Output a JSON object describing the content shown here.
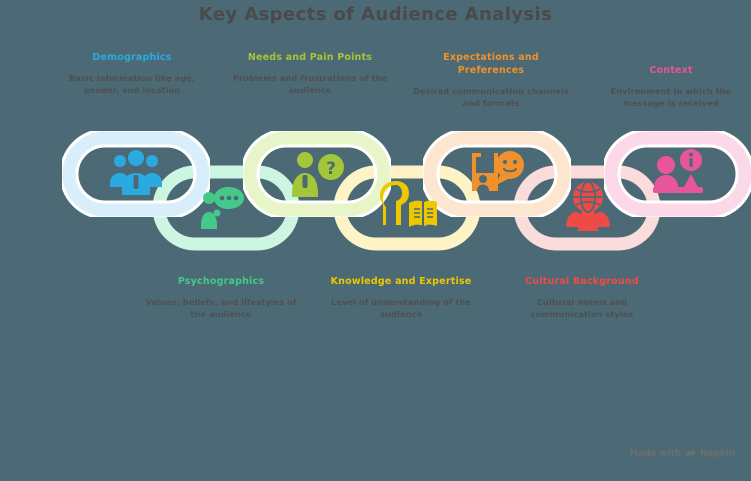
{
  "page": {
    "title": "Key Aspects of Audience Analysis",
    "background_color": "#4c6a75",
    "title_color": "#4a4a4a",
    "description_color": "#4f4f4f"
  },
  "footer": {
    "text_before": "Made with",
    "brand": "Napkin",
    "logo_icon": "napkin-logo-icon",
    "color": "#6e6e6e"
  },
  "chain": {
    "type": "interlocking-chain",
    "link_count": 7,
    "links": [
      {
        "index": 1,
        "key": "demographics",
        "position": "top",
        "link_color": "#d9eefb",
        "accent_color": "#29abe2",
        "icon": "group-of-people-icon",
        "label": {
          "title": "Demographics",
          "title_color": "#29abe2",
          "description": "Basic information like age, gender, and location",
          "side": "above"
        }
      },
      {
        "index": 2,
        "key": "psychographics",
        "position": "bottom",
        "link_color": "#ccf5e2",
        "accent_color": "#45c98a",
        "icon": "person-thought-bubble-icon",
        "label": {
          "title": "Psychographics",
          "title_color": "#45c98a",
          "description": "Values, beliefs, and lifestyles of the audience",
          "side": "below"
        }
      },
      {
        "index": 3,
        "key": "needs-and-pain-points",
        "position": "top",
        "link_color": "#e8f5c8",
        "accent_color": "#a4c639",
        "icon": "person-question-mark-icon",
        "label": {
          "title": "Needs and Pain Points",
          "title_color": "#a4c639",
          "description": "Problems and frustrations of the audience",
          "side": "above"
        }
      },
      {
        "index": 4,
        "key": "knowledge-and-expertise",
        "position": "bottom",
        "link_color": "#fdf3c4",
        "accent_color": "#edc700",
        "icon": "person-reading-book-icon",
        "label": {
          "title": "Knowledge and Expertise",
          "title_color": "#edc700",
          "description": "Level of understanding of the audience",
          "side": "below"
        }
      },
      {
        "index": 5,
        "key": "expectations-and-preferences",
        "position": "top",
        "link_color": "#fde6cf",
        "accent_color": "#f0912d",
        "icon": "presentation-speech-bubble-icon",
        "label": {
          "title": "Expectations and Preferences",
          "title_color": "#f0912d",
          "description": "Desired communication channels and formats",
          "side": "above"
        }
      },
      {
        "index": 6,
        "key": "cultural-background",
        "position": "bottom",
        "link_color": "#fbdcdc",
        "accent_color": "#ef4b46",
        "icon": "globe-people-icon",
        "label": {
          "title": "Cultural Background",
          "title_color": "#ef4b46",
          "description": "Cultural norms and communication styles",
          "side": "below"
        }
      },
      {
        "index": 7,
        "key": "context",
        "position": "top",
        "link_color": "#fbd9e8",
        "accent_color": "#e8559a",
        "icon": "people-info-badge-icon",
        "label": {
          "title": "Context",
          "title_color": "#e8559a",
          "description": "Environment in which the message is received",
          "side": "above"
        }
      }
    ]
  }
}
